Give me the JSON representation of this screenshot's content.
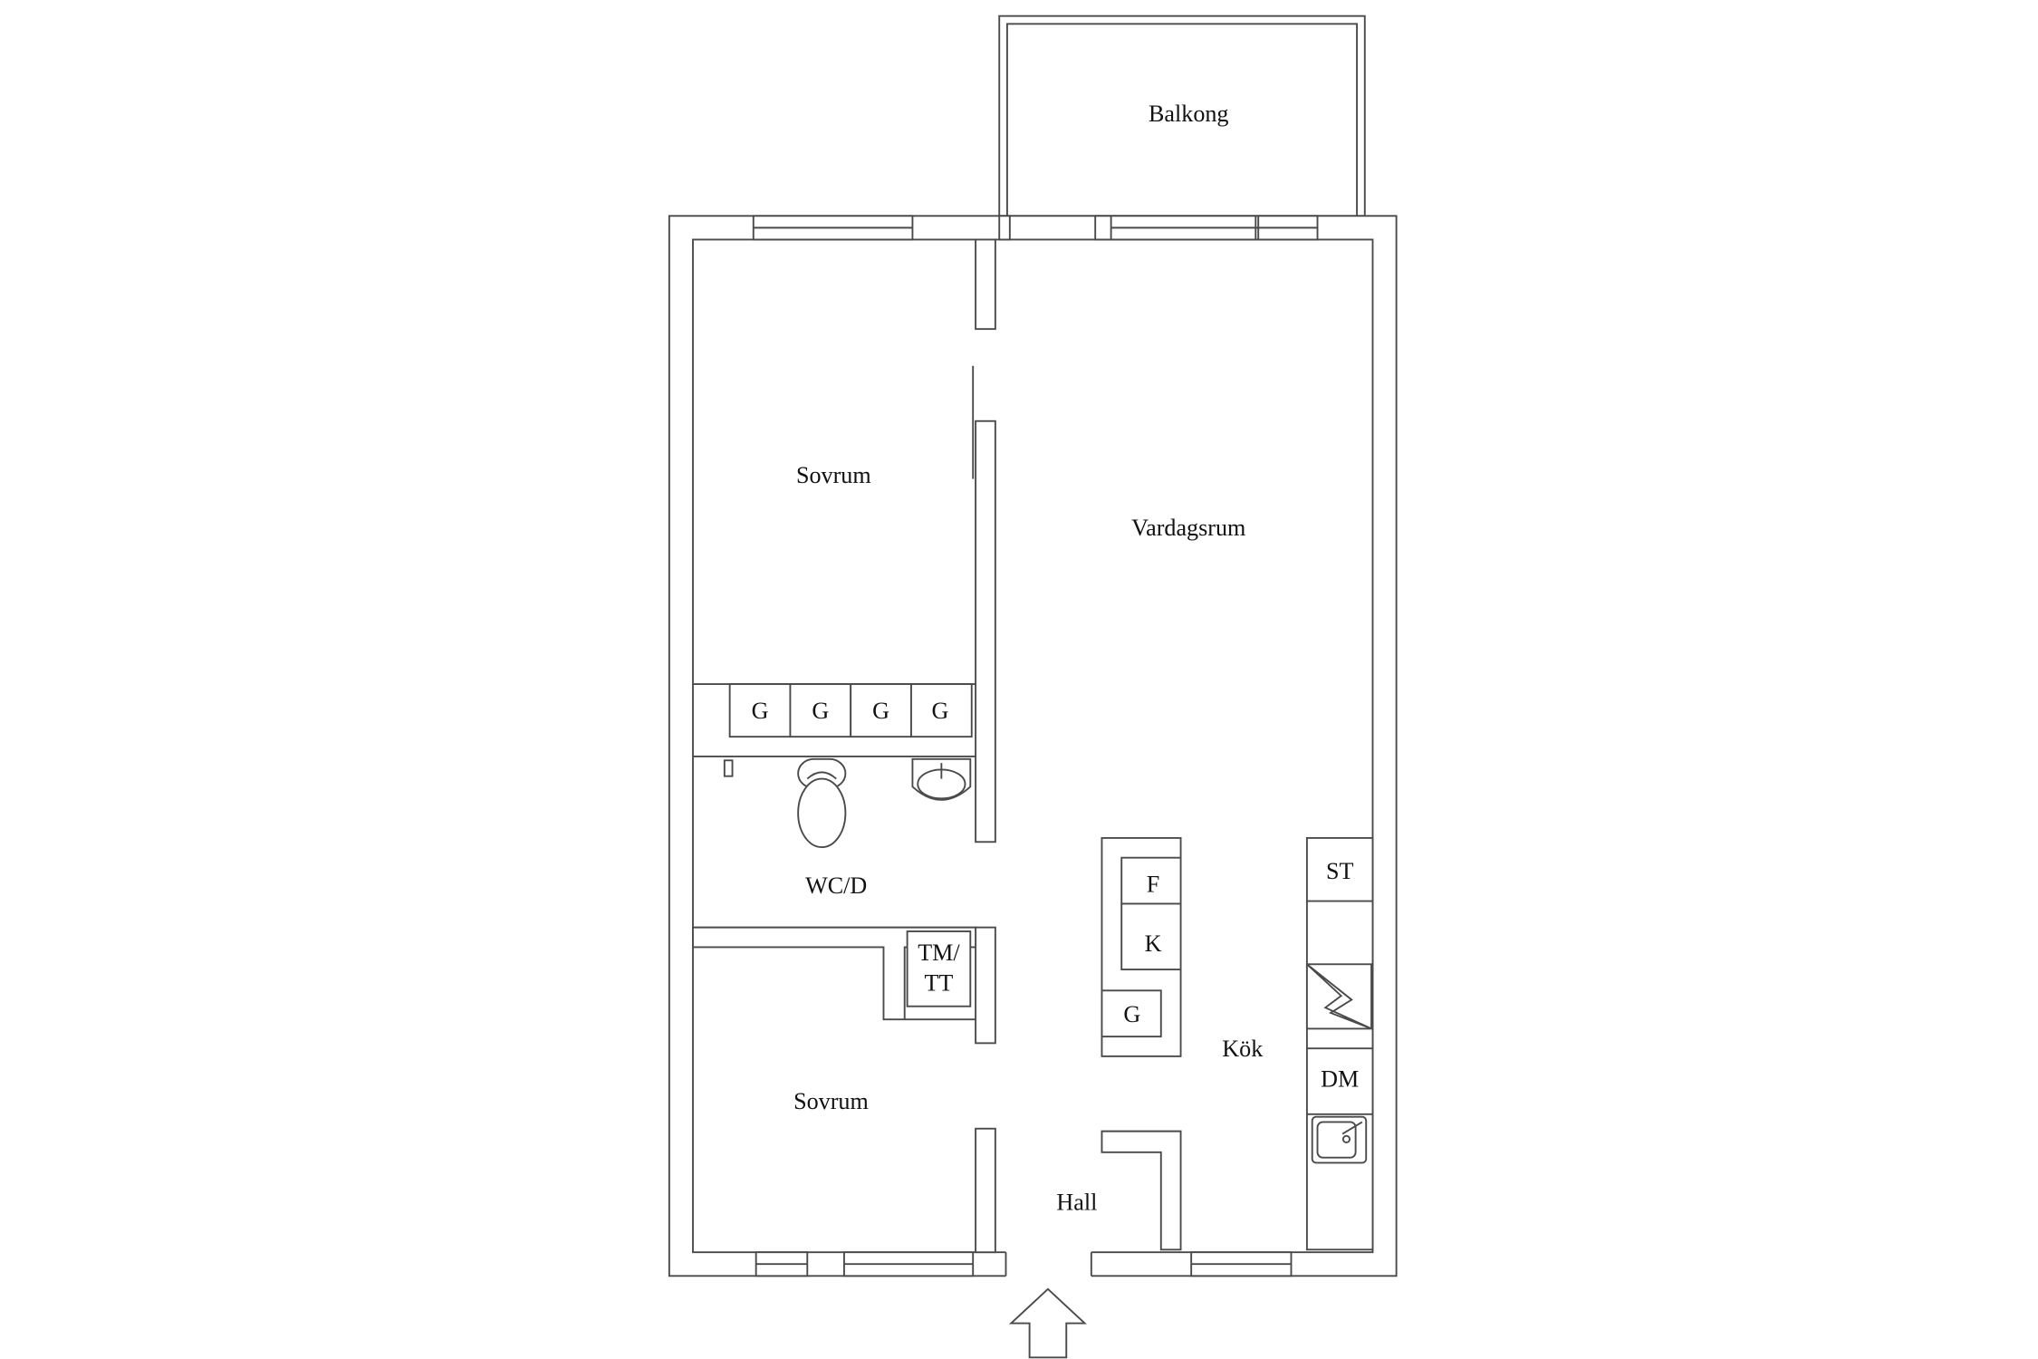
{
  "rooms": {
    "balcony": "Balkong",
    "bedroom_top": "Sovrum",
    "living_room": "Vardagsrum",
    "wc": "WC/D",
    "laundry": "TM/\nTT",
    "laundry_line1": "TM/",
    "laundry_line2": "TT",
    "bedroom_bottom": "Sovrum",
    "hall": "Hall",
    "kitchen": "Kök"
  },
  "fixtures": {
    "wardrobes": [
      "G",
      "G",
      "G",
      "G"
    ],
    "fridge": "F",
    "freezer": "K",
    "kitchen_wardrobe": "G",
    "stove": "ST",
    "dishwasher": "DM"
  },
  "colors": {
    "line": "#4a4a4a",
    "background": "#ffffff"
  },
  "icons": {
    "entrance": "arrow-up-icon",
    "toilet": "toilet-icon",
    "sink": "washbasin-icon",
    "kitchen_sink": "kitchen-sink-icon",
    "cooktop": "cooktop-icon"
  }
}
